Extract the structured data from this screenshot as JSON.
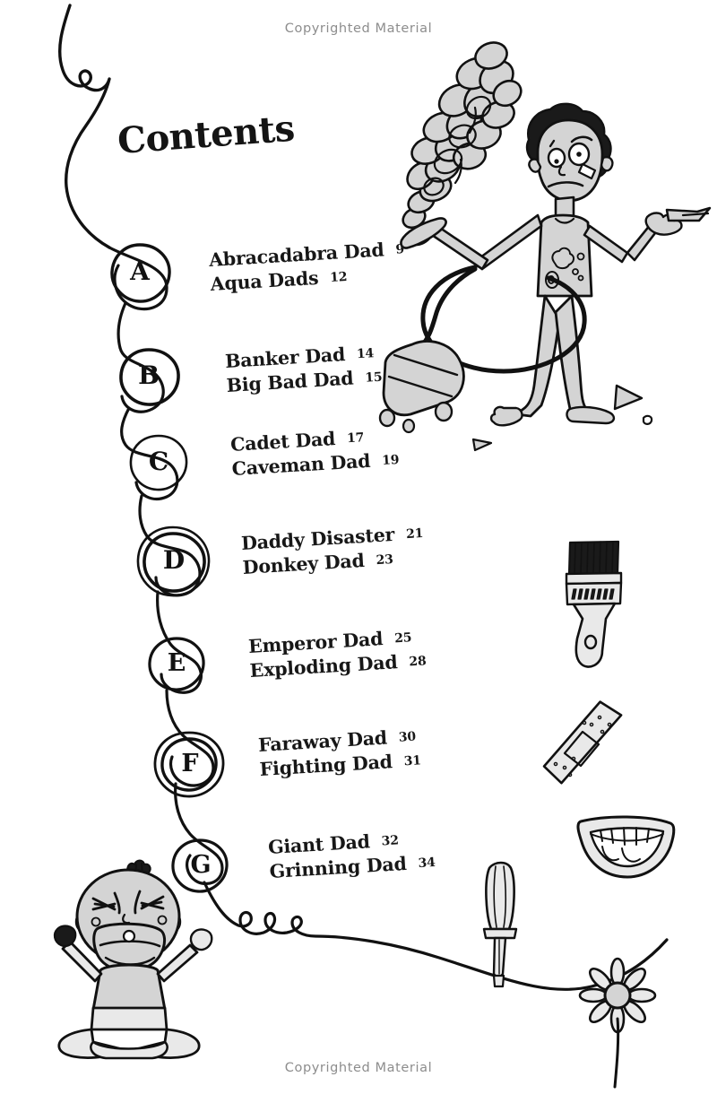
{
  "page": {
    "watermark_top": "Copyrighted Material",
    "watermark_bottom": "Copyrighted Material",
    "title": "Contents",
    "ink_color": "#111111",
    "shade_color": "#d4d4d4",
    "watermark_color": "#8d8d8d",
    "background": "#ffffff"
  },
  "sections": [
    {
      "letter": "A",
      "entries": [
        {
          "title": "Abracadabra Dad",
          "page": "9"
        },
        {
          "title": "Aqua Dads",
          "page": "12"
        }
      ]
    },
    {
      "letter": "B",
      "entries": [
        {
          "title": "Banker Dad",
          "page": "14"
        },
        {
          "title": "Big Bad Dad",
          "page": "15"
        }
      ]
    },
    {
      "letter": "C",
      "entries": [
        {
          "title": "Cadet Dad",
          "page": "17"
        },
        {
          "title": "Caveman Dad",
          "page": "19"
        }
      ]
    },
    {
      "letter": "D",
      "entries": [
        {
          "title": "Daddy Disaster",
          "page": "21"
        },
        {
          "title": "Donkey Dad",
          "page": "23"
        }
      ]
    },
    {
      "letter": "E",
      "entries": [
        {
          "title": "Emperor Dad",
          "page": "25"
        },
        {
          "title": "Exploding Dad",
          "page": "28"
        }
      ]
    },
    {
      "letter": "F",
      "entries": [
        {
          "title": "Faraway Dad",
          "page": "30"
        },
        {
          "title": "Fighting Dad",
          "page": "31"
        }
      ]
    },
    {
      "letter": "G",
      "entries": [
        {
          "title": "Giant Dad",
          "page": "32"
        },
        {
          "title": "Grinning Dad",
          "page": "34"
        }
      ]
    }
  ],
  "illustrations": [
    {
      "name": "dad-with-vacuum-illustration",
      "caption": "Startled dad holding a vacuum cleaner hose with smoke cloud"
    },
    {
      "name": "smoke-cloud-illustration",
      "caption": "Billowing smoke made of overlapping circles"
    },
    {
      "name": "paintbrush-illustration",
      "caption": "Paintbrush"
    },
    {
      "name": "sticking-plaster-illustration",
      "caption": "Sticking plaster / bandage"
    },
    {
      "name": "grinning-teeth-illustration",
      "caption": "Grinning mouth with teeth"
    },
    {
      "name": "screwdriver-illustration",
      "caption": "Screwdriver"
    },
    {
      "name": "crying-baby-illustration",
      "caption": "Crying baby sitting down"
    },
    {
      "name": "flower-illustration",
      "caption": "Daisy flower"
    },
    {
      "name": "squiggly-path-illustration",
      "caption": "Hand-drawn winding line linking the letter badges"
    }
  ]
}
